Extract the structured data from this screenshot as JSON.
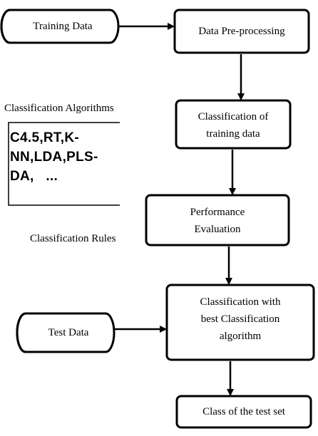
{
  "nodes": {
    "training_data": "Training Data",
    "preprocessing": "Data Pre-processing",
    "classification_training": [
      "Classification of",
      "training data"
    ],
    "performance": [
      "Performance",
      "Evaluation"
    ],
    "classification_best": [
      "Classification with",
      "best Classification",
      "algorithm"
    ],
    "test_data": "Test Data",
    "class_test_set": "Class of the test set"
  },
  "annotations": {
    "algorithms_title": "Classification Algorithms",
    "algorithms_list": [
      "C4.5,RT,K-",
      "NN,LDA,PLS-",
      "DA,   ..."
    ],
    "rules_label": "Classification Rules"
  },
  "edges": [
    {
      "from": "Training Data",
      "to": "Data Pre-processing"
    },
    {
      "from": "Data Pre-processing",
      "to": "Classification of training data"
    },
    {
      "from": "Classification of training data",
      "to": "Performance Evaluation"
    },
    {
      "from": "Performance Evaluation",
      "to": "Classification with best Classification algorithm"
    },
    {
      "from": "Test Data",
      "to": "Classification with best Classification algorithm"
    },
    {
      "from": "Classification with best Classification algorithm",
      "to": "Class of the test set"
    }
  ]
}
